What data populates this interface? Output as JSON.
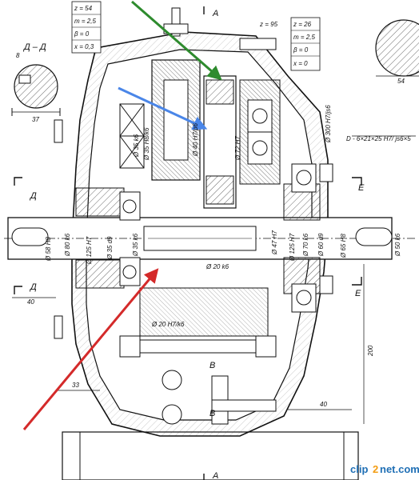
{
  "gear_table_left": [
    "z = 54",
    "m = 2,5",
    "β = 0",
    "x = 0,3"
  ],
  "gear_table_right": [
    "z = 26",
    "m = 2,5",
    "β = 0",
    "x = 0"
  ],
  "gear_z95": "z = 95",
  "section_dd": "Д – Д",
  "section_letters": {
    "a_top": "А",
    "a_bottom": "А",
    "d_top": "Д",
    "d_bottom": "Д",
    "e_top": "Е",
    "e_bottom": "Е",
    "v_top": "В",
    "v_bottom": "В"
  },
  "dims": {
    "d8": "8",
    "d37": "37",
    "d54": "54",
    "d40": "40",
    "d33": "33",
    "d200": "200",
    "d40b": "40",
    "spline": "D - 6×21×25 H7/ js6×5",
    "d300": "Ø 300 H7/js6",
    "d72": "Ø 72 H7",
    "d40p6": "Ø 40 H7/p6",
    "d35h6": "Ø 35 H8/k6",
    "d35k6": "Ø 35 k6",
    "d58": "Ø 58 H8",
    "d80": "Ø 80 k6",
    "d125": "Ø 125 H7",
    "d35d9": "Ø 35 d9",
    "d35k6b": "Ø 35 k6",
    "d20k6": "Ø 20 k6",
    "d47": "Ø 47 H7",
    "d125b": "Ø 125 H7",
    "d70": "Ø 70 k6",
    "d60": "Ø 60 d9",
    "d65": "Ø 65 H8",
    "d50": "Ø 50 k6",
    "d20h7": "Ø 20 H7/k6"
  },
  "watermark": {
    "prefix": "clip",
    "mid": "2",
    "suffix": "net.com"
  },
  "colors": {
    "green": "#2e8b2e",
    "blue": "#4a86e8",
    "red": "#d42a2a",
    "line": "#111111",
    "hatch": "#333333"
  }
}
